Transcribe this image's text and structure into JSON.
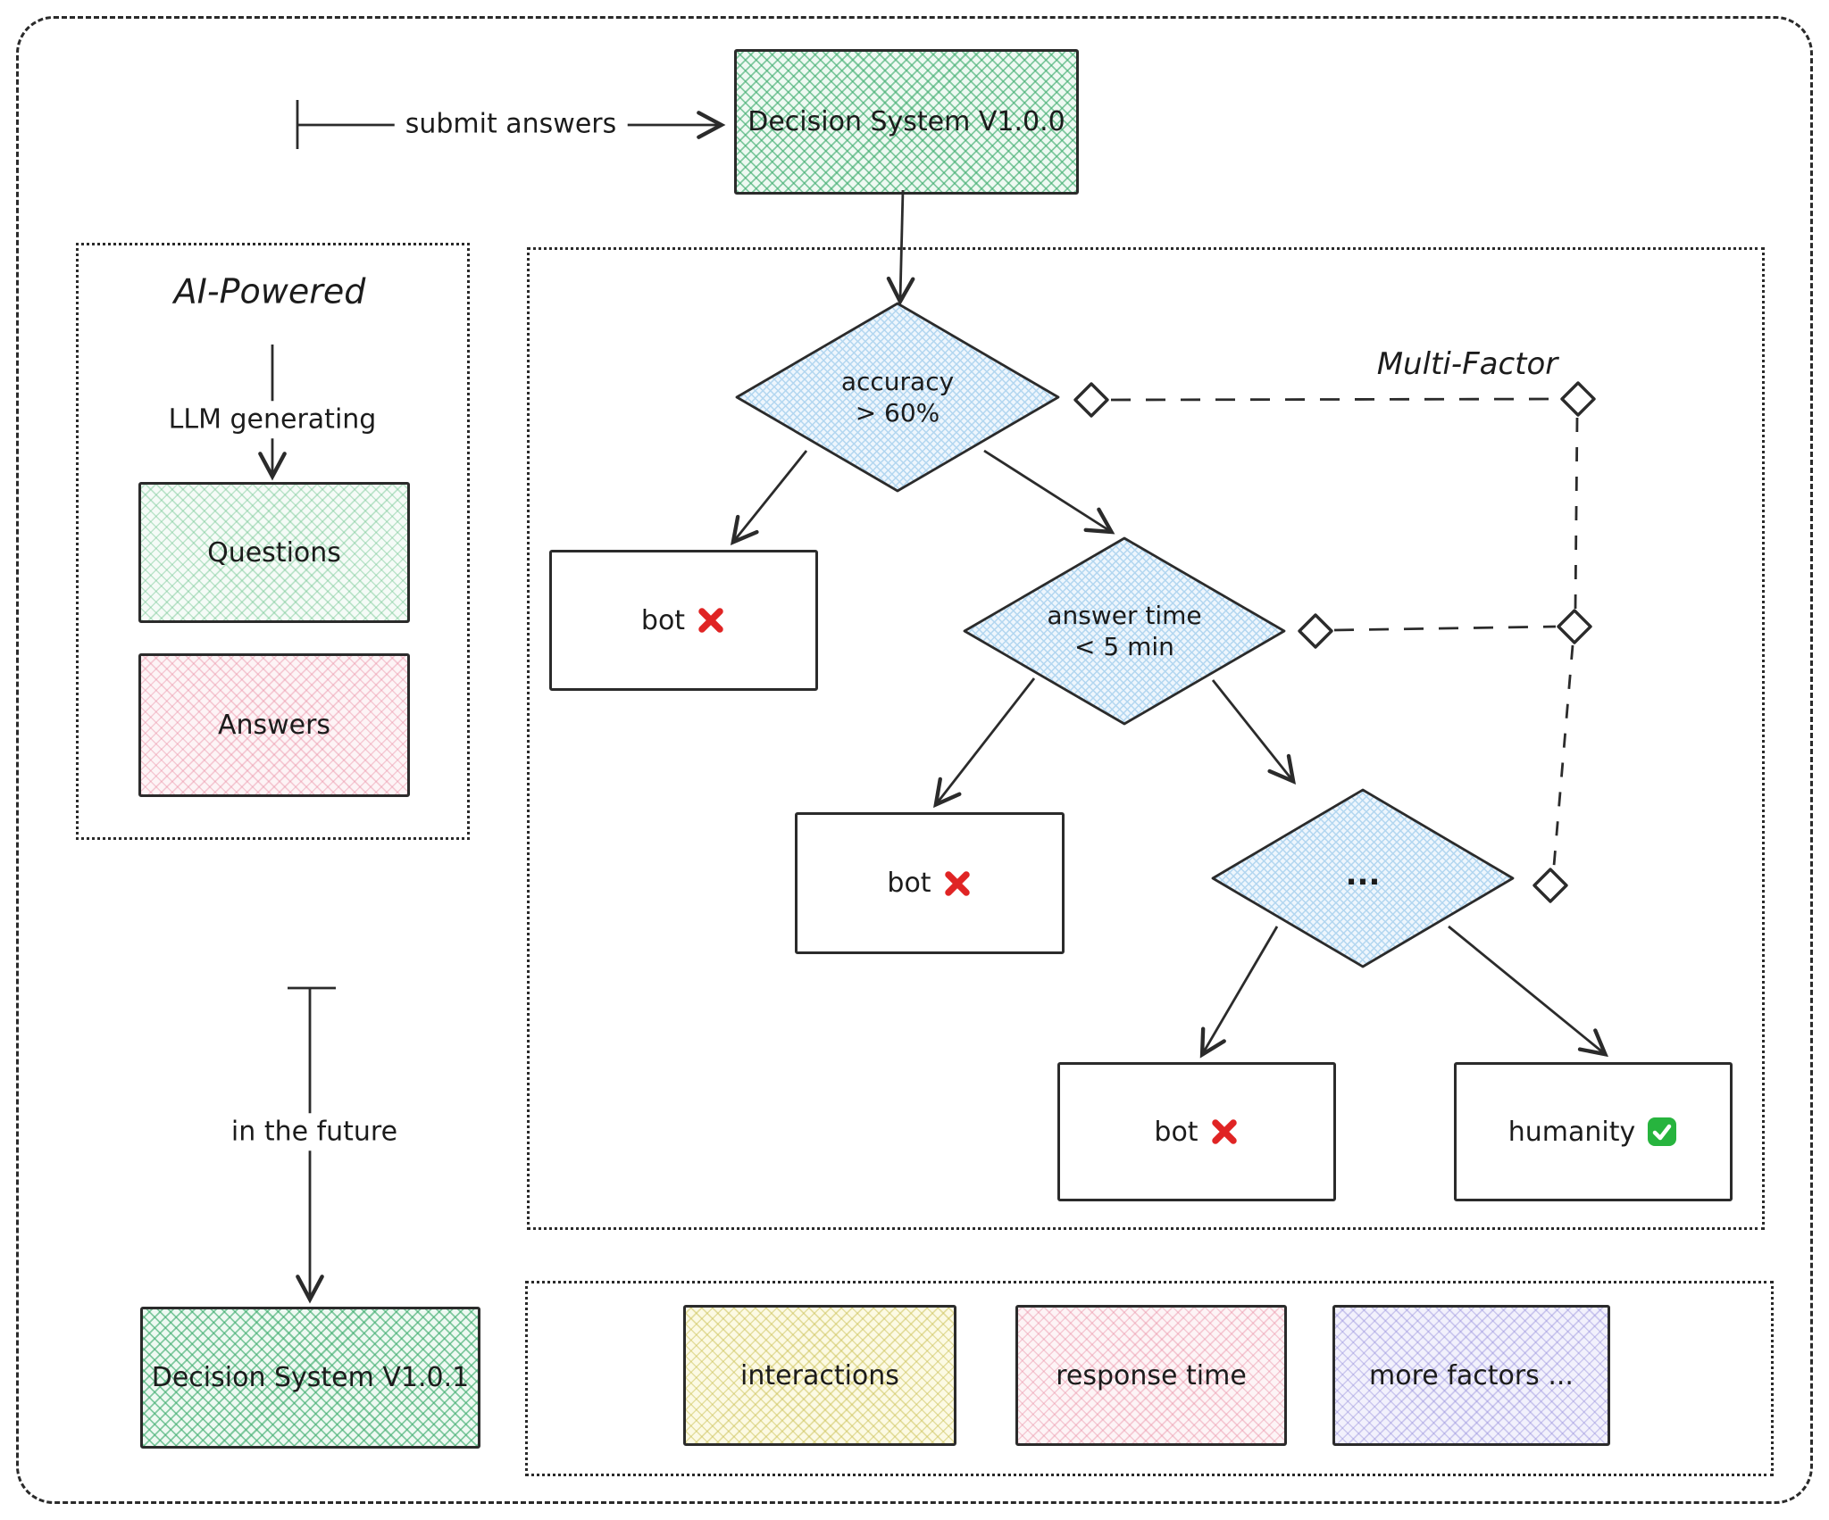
{
  "diagram": {
    "top_flow": {
      "submit_label": "submit answers",
      "decision_v100": "Decision System V1.0.0"
    },
    "ai_panel": {
      "title": "AI-Powered",
      "llm_label": "LLM generating",
      "questions": "Questions",
      "answers": "Answers"
    },
    "tree": {
      "multi_factor_label": "Multi-Factor",
      "diamond_accuracy": {
        "line1": "accuracy",
        "line2": "> 60%"
      },
      "diamond_answer_time": {
        "line1": "answer time",
        "line2": "< 5 min"
      },
      "diamond_more": "...",
      "bot1": "bot",
      "bot2": "bot",
      "bot3": "bot",
      "humanity": "humanity"
    },
    "future_flow": {
      "label": "in the future",
      "decision_v101": "Decision System V1.0.1"
    },
    "factors_panel": {
      "interactions": "interactions",
      "response_time": "response time",
      "more_factors": "more factors ..."
    },
    "icons": {
      "cross": "red-cross-mark",
      "check": "green-check-mark"
    },
    "colors": {
      "stroke": "#2b2b2b",
      "green_hatch": "#3eac6e",
      "green_light_hatch": "#78c896",
      "pink_hatch": "#eb96aa",
      "blue_hatch": "#afd6f1",
      "yellow_hatch": "#cdc35a",
      "lavender_hatch": "#968edc",
      "cross_red": "#e02424",
      "check_green": "#27b43e"
    }
  }
}
